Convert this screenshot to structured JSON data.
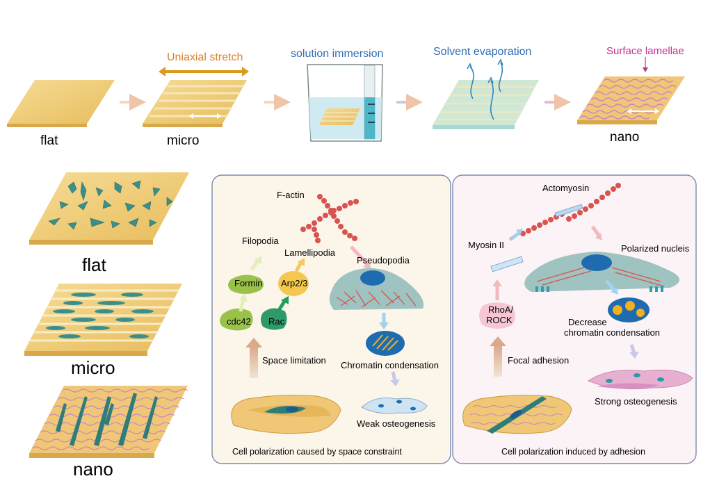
{
  "process": {
    "uniaxial_stretch": "Uniaxial stretch",
    "solution_immersion": "solution immersion",
    "solvent_evaporation": "Solvent evaporation",
    "surface_lamellae": "Surface lamellae",
    "flat": "flat",
    "micro": "micro",
    "nano": "nano"
  },
  "substrates": {
    "flat": "flat",
    "micro": "micro",
    "nano": "nano"
  },
  "panel_space": {
    "f_actin": "F-actin",
    "filopodia": "Filopodia",
    "lamellipodia": "Lamellipodia",
    "pseudopodia": "Pseudopodia",
    "formin": "Formin",
    "arp23": "Arp2/3",
    "cdc42": "cdc42",
    "rac": "Rac",
    "space_limitation": "Space limitation",
    "chromatin_condensation": "Chromatin condensation",
    "weak_osteogenesis": "Weak osteogenesis",
    "caption": "Cell polarization caused by space constraint"
  },
  "panel_adhesion": {
    "actomyosin": "Actomyosin",
    "myosin_ii": "Myosin II",
    "polarized_nucleis": "Polarized nucleis",
    "rhoa": "RhoA/",
    "rock": "ROCK",
    "decrease": "Decrease",
    "chromatin_condensation": "chromatin condensation",
    "focal_adhesion": "Focal adhesion",
    "strong_osteogenesis": "Strong osteogenesis",
    "caption": "Cell polarization induced by adhesion"
  },
  "colors": {
    "substrate": "#f2cf7a",
    "orange_label": "#d9822b",
    "blue_label": "#2f6db3",
    "pink_label": "#c2308a",
    "cell_teal": "#2e7d7a",
    "actin_red": "#d9534f"
  }
}
